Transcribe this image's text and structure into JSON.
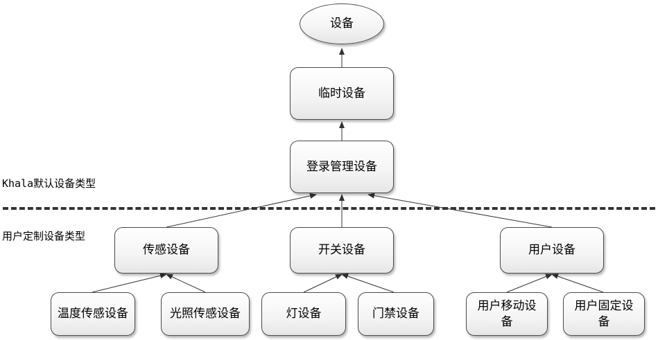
{
  "nodes": {
    "device": "设备",
    "temp_device": "临时设备",
    "login_mgmt_device": "登录管理设备",
    "sensor_device": "传感设备",
    "switch_device": "开关设备",
    "user_device": "用户设备",
    "temp_sensor_device": "温度传感设备",
    "light_sensor_device": "光照传感设备",
    "lamp_device": "灯设备",
    "door_access_device": "门禁设备",
    "user_mobile_device": [
      "用户移动设",
      "备"
    ],
    "user_fixed_device": [
      "用户固定设",
      "备"
    ]
  },
  "regions": {
    "khala_prefix": "Khala",
    "khala_suffix": "默认设备类型",
    "user_custom": "用户定制设备类型"
  },
  "colors": {
    "stroke": "#4a4a4a",
    "fill_top": "#ffffff",
    "fill_bottom": "#e6e6e6",
    "divider": "#333333"
  }
}
